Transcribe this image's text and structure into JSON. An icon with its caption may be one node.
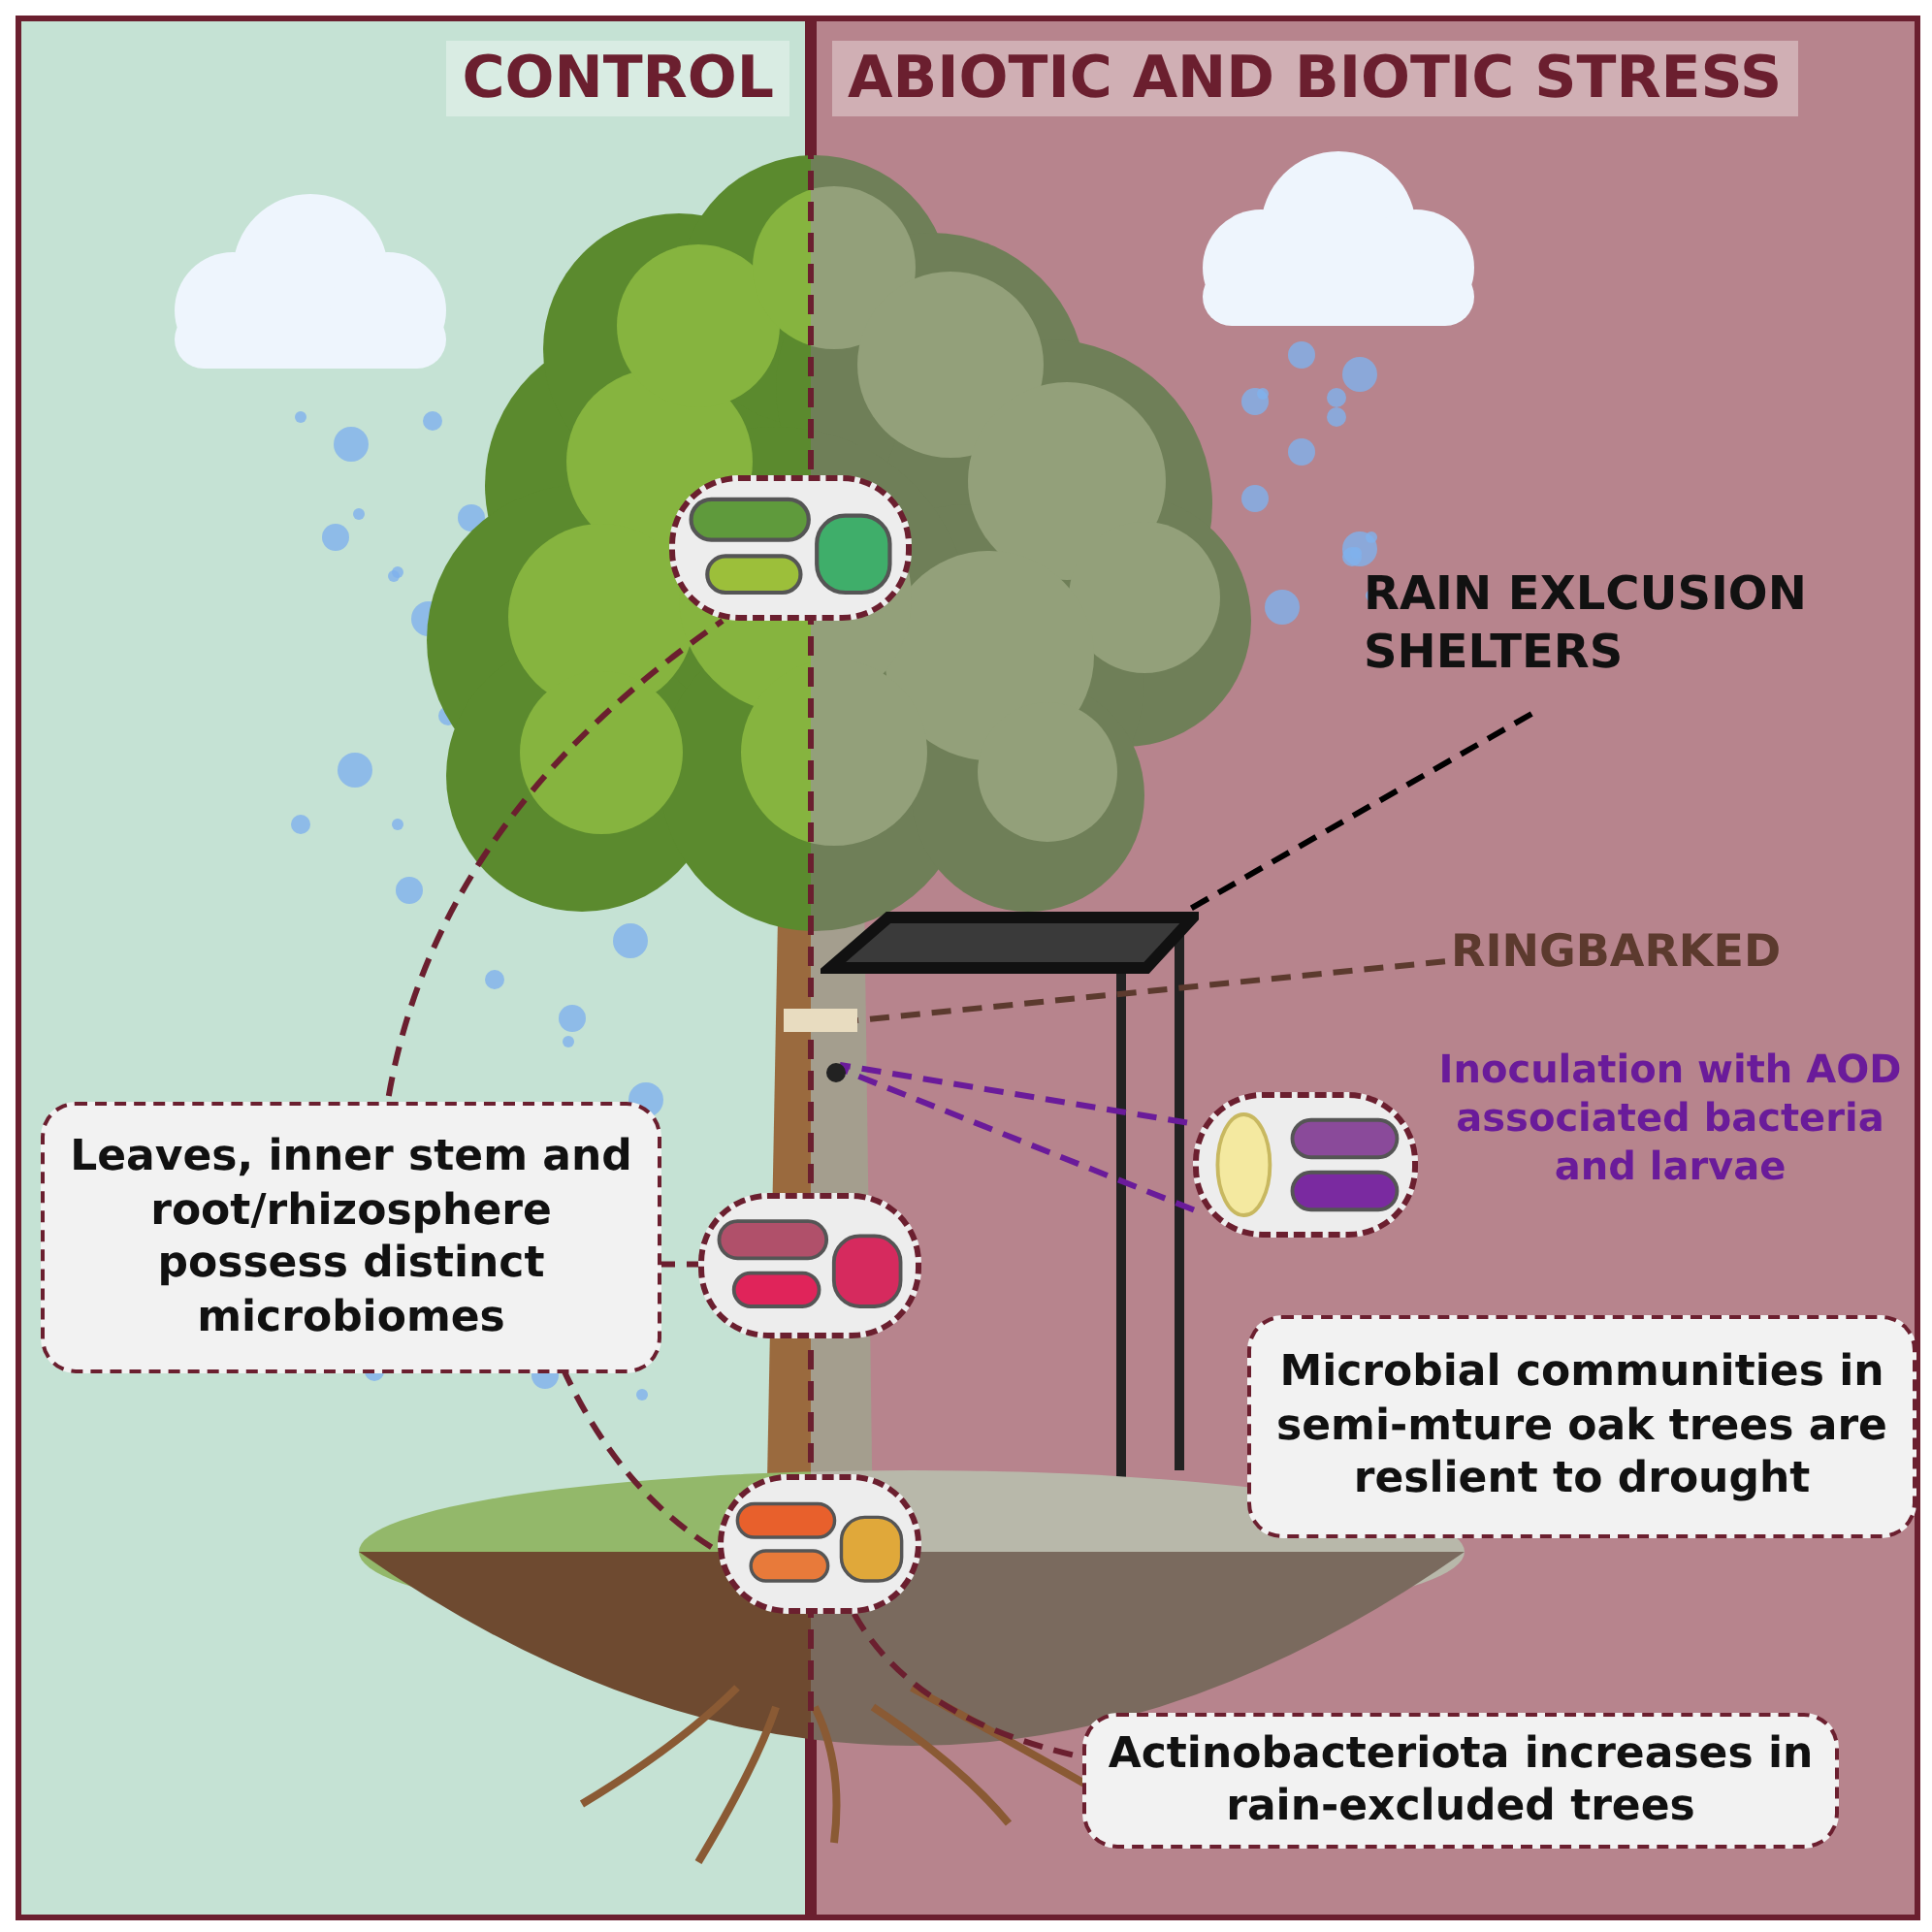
{
  "diagram": {
    "nodes": [
      {
        "text": [
          "CONTROL"
        ]
      },
      {
        "text": [
          "ABIOTIC AND BIOTIC STRESS"
        ]
      },
      {
        "text": [
          "Leaves, inner stem and root/rhizosphere possess distinct microbiomes"
        ],
        "in": 0
      },
      {
        "text": [],
        "shape": "picture"
      },
      {
        "text": [],
        "shape": "picture"
      },
      {
        "text": [],
        "shape": "picture"
      },
      {
        "text": [
          "RAIN EXLCUSION SHELTERS"
        ],
        "in": 1
      },
      {
        "text": [],
        "shape": "picture",
        "in": 1
      },
      {
        "text": [
          "RINGBARKED"
        ],
        "in": 1
      },
      {
        "text": [],
        "shape": "circle",
        "in": 1
      },
      {
        "text": [],
        "shape": "picture",
        "in": 1,
        "beside": [
          "Inoculation with AOD associated bacteria and larvae"
        ]
      },
      {
        "text": [
          "Microbial communities in semi-mture oak trees are reslient to drought"
        ],
        "in": 1
      },
      {
        "text": [
          "Actinobacteriota increases in rain-excluded trees"
        ],
        "in": 1
      },
      {
        "text": [],
        "shape": "bar"
      }
    ],
    "edges": [
      {
        "from": 2,
        "to": 3,
        "arrow": "none",
        "style": "dashed"
      },
      {
        "from": 2,
        "to": 4,
        "arrow": "none",
        "style": "dashed"
      },
      {
        "from": 2,
        "to": 5,
        "arrow": "none",
        "style": "dashed"
      },
      {
        "from": 5,
        "to": 12,
        "arrow": "none",
        "style": "dashed"
      },
      {
        "from": 6,
        "to": 7,
        "arrow": "none",
        "style": "dashed",
        "color": "#000000"
      },
      {
        "from": 8,
        "to": 13,
        "arrow": "none",
        "style": "dashed",
        "color": "#5c3a2e"
      },
      {
        "from": 10,
        "to": 9,
        "arrow": "none",
        "style": "dashed",
        "color": "#6a1b9a"
      },
      {
        "from": 10,
        "to": 9,
        "arrow": "none",
        "style": "dashed",
        "color": "#6a1b9a"
      }
    ]
  }
}
